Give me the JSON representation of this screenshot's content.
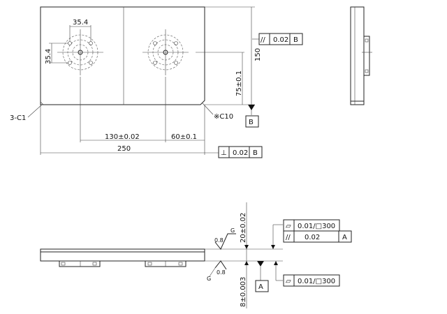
{
  "top_view": {
    "hole_pitch_x": "35.4",
    "hole_pitch_y": "35.4",
    "height_dim": "150",
    "center_height_dim": "75±0.1",
    "chamfer_corners": "3-C1",
    "chamfer_special": "※C10",
    "spacing_dim": "130±0.02",
    "offset_dim": "60±0.1",
    "width_dim": "250",
    "fcf_parallel": {
      "symbol": "//",
      "tol": "0.02",
      "datum": "B"
    },
    "fcf_perp": {
      "symbol": "⊥",
      "tol": "0.02",
      "datum": "B"
    },
    "datum_b": "B"
  },
  "bottom_view": {
    "thickness_dim": "20±0.02",
    "base_dim": "8±0.003",
    "finish_top": {
      "ra": "0.8",
      "grade": "G"
    },
    "finish_bottom": {
      "ra": "0.8",
      "grade": "G"
    },
    "fcf_flat_top": {
      "symbol": "▱",
      "tol": "0.01/□300"
    },
    "fcf_parallel_a": {
      "symbol": "//",
      "tol": "0.02",
      "datum": "A"
    },
    "fcf_flat_bottom": {
      "symbol": "▱",
      "tol": "0.01/□300"
    },
    "datum_a": "A"
  }
}
